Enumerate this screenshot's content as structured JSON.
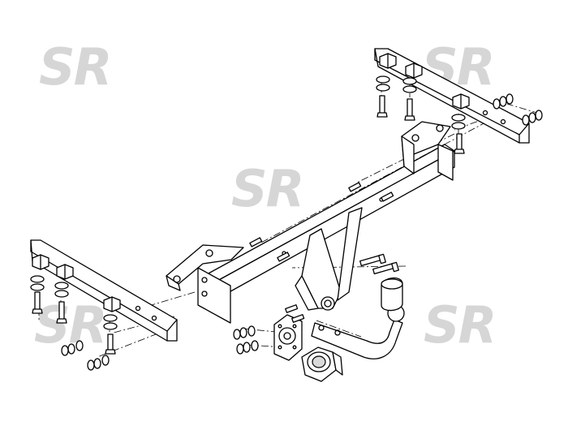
{
  "watermark": {
    "text": "SR",
    "color": "#d6d6d6"
  },
  "diagram": {
    "kind": "exploded-assembly",
    "subject": "tow bar kit",
    "parts": [
      "left-mounting-bracket",
      "right-mounting-bracket",
      "cross-beam",
      "drop-plate",
      "tow-ball-neck",
      "tow-ball-cover",
      "socket-plate",
      "electric-socket",
      "bolts",
      "washers",
      "nuts"
    ]
  }
}
